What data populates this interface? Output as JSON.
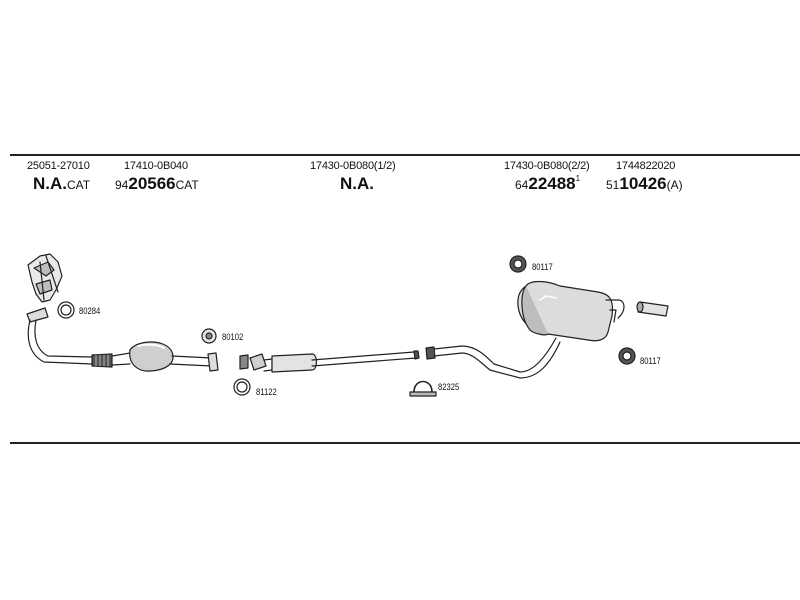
{
  "header": {
    "col1_number": "25051-27010",
    "col1_ref": "N.A.",
    "col1_ref_suffix": "CAT",
    "col2_number": "17410-0B040",
    "col2_ref_prefix": "94",
    "col2_ref": "20566",
    "col2_ref_suffix": "CAT",
    "col3_number": "17430-0B080(1/2)",
    "col3_ref": "N.A.",
    "col4_number": "17430-0B080(2/2)",
    "col4_ref_prefix": "64",
    "col4_ref": "22488",
    "col4_ref_sup": "1",
    "col5_number": "1744822020",
    "col5_ref_prefix": "51",
    "col5_ref": "10426",
    "col5_ref_suffix": "(A)"
  },
  "parts": {
    "gasket_80284": "80284",
    "mount_80102": "80102",
    "ring_81122": "81122",
    "clamp_82325": "82325",
    "hanger_top_80117": "80117",
    "hanger_bottom_80117": "80117"
  }
}
